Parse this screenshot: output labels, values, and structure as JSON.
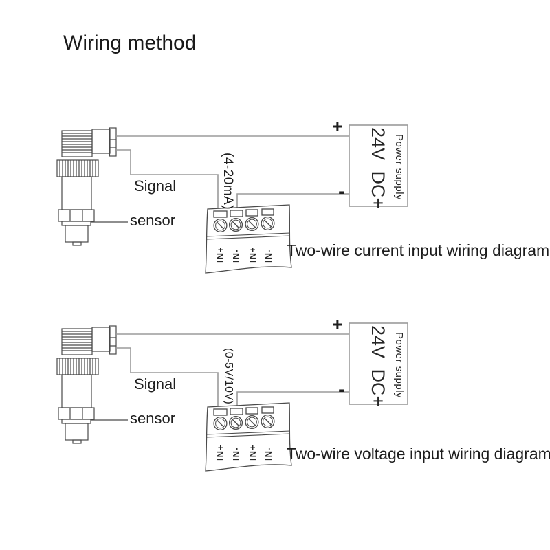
{
  "page": {
    "title": "Wiring method"
  },
  "colors": {
    "ink": "#4a4a4a",
    "wire": "#9b9b9b",
    "text": "#1f1f1f"
  },
  "diagrams": [
    {
      "signal_label": "Signal",
      "sensor_label": "sensor",
      "range_label": "(4-20mA)",
      "plus_terminal": "+",
      "minus_terminal": "-",
      "power_supply_line1": "24V DC+",
      "power_supply_line2": "Power supply",
      "terminals": [
        "IN+",
        "IN-",
        "IN+",
        "IN-"
      ],
      "caption": "Two-wire current input wiring diagram"
    },
    {
      "signal_label": "Signal",
      "sensor_label": "sensor",
      "range_label": "(0-5V/10V)",
      "plus_terminal": "+",
      "minus_terminal": "-",
      "power_supply_line1": "24V DC+",
      "power_supply_line2": "Power supply",
      "terminals": [
        "IN+",
        "IN-",
        "IN+",
        "IN-"
      ],
      "caption": "Two-wire voltage input wiring diagram"
    }
  ]
}
